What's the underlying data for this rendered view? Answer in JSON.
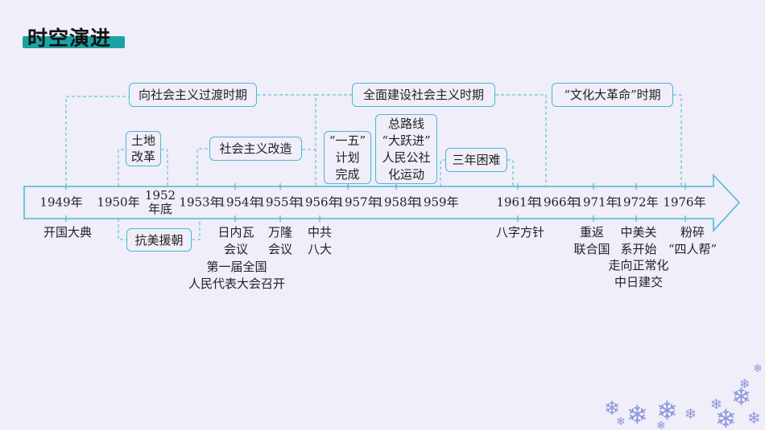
{
  "title": "时空演进",
  "periods": [
    "向社会主义过渡时期",
    "全面建设社会主义时期",
    "“文化大革命”时期"
  ],
  "upper_events": [
    "土地\n改革",
    "社会主义改造",
    "“一五”\n计划\n完成",
    "总路线\n“大跃进”\n人民公社\n化运动",
    "三年困难"
  ],
  "years": [
    "1949年",
    "1950年",
    "1952\n年底",
    "1953年",
    "1954年",
    "1955年",
    "1956年",
    "1957年",
    "1958年",
    "1959年",
    "1961年",
    "1966年",
    "1971年",
    "1972年",
    "1976年"
  ],
  "lower_events": [
    "开国大典",
    "抗美援朝",
    "日内瓦\n会议",
    "万隆\n会议",
    "中共\n八大",
    "第一届全国\n人民代表大会召开",
    "八字方针",
    "重返\n联合国",
    "中美关\n系开始\n走向正常化\n中日建交",
    "粉碎\n“四人帮”"
  ],
  "colors": {
    "accent": "#1aa3a3",
    "line": "#4bb8d0",
    "background": "#efeef9"
  }
}
